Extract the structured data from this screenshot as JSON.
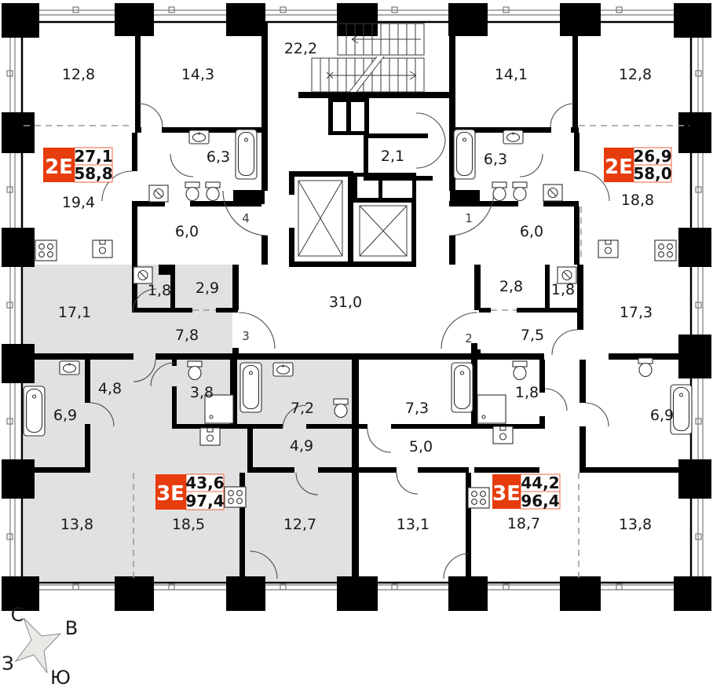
{
  "palette": {
    "wall": "#000000",
    "highlight_room_fill": "#e1e1e1",
    "badge_red": "#e73c0d",
    "dash_line": "#9a9a9a"
  },
  "apartments": [
    {
      "badge": {
        "type": "2Е",
        "living": "27,1",
        "total": "58,8"
      },
      "door_number": "4",
      "rooms": [
        "12,8",
        "14,3",
        "6,3",
        "19,4",
        "6,0"
      ]
    },
    {
      "badge": {
        "type": "2Е",
        "living": "26,9",
        "total": "58,0"
      },
      "door_number": "1",
      "rooms": [
        "14,1",
        "12,8",
        "6,3",
        "18,8",
        "6,0"
      ]
    },
    {
      "badge": {
        "type": "3Е",
        "living": "43,6",
        "total": "97,4"
      },
      "door_number": "3",
      "rooms": [
        "17,1",
        "1,8",
        "2,9",
        "7,8",
        "4,8",
        "6,9",
        "3,8",
        "7,2",
        "4,9",
        "13,8",
        "18,5",
        "12,7"
      ]
    },
    {
      "badge": {
        "type": "3Е",
        "living": "44,2",
        "total": "96,4"
      },
      "door_number": "2",
      "rooms": [
        "2,8",
        "1,8",
        "17,3",
        "7,5",
        "7,3",
        "1,8",
        "6,9",
        "5,0",
        "13,1",
        "18,7",
        "13,8"
      ]
    }
  ],
  "core": {
    "stairs": "22,2",
    "vestibule": "2,1",
    "hall": "31,0"
  },
  "compass": {
    "n": "С",
    "e": "В",
    "w": "З",
    "s": "Ю"
  }
}
